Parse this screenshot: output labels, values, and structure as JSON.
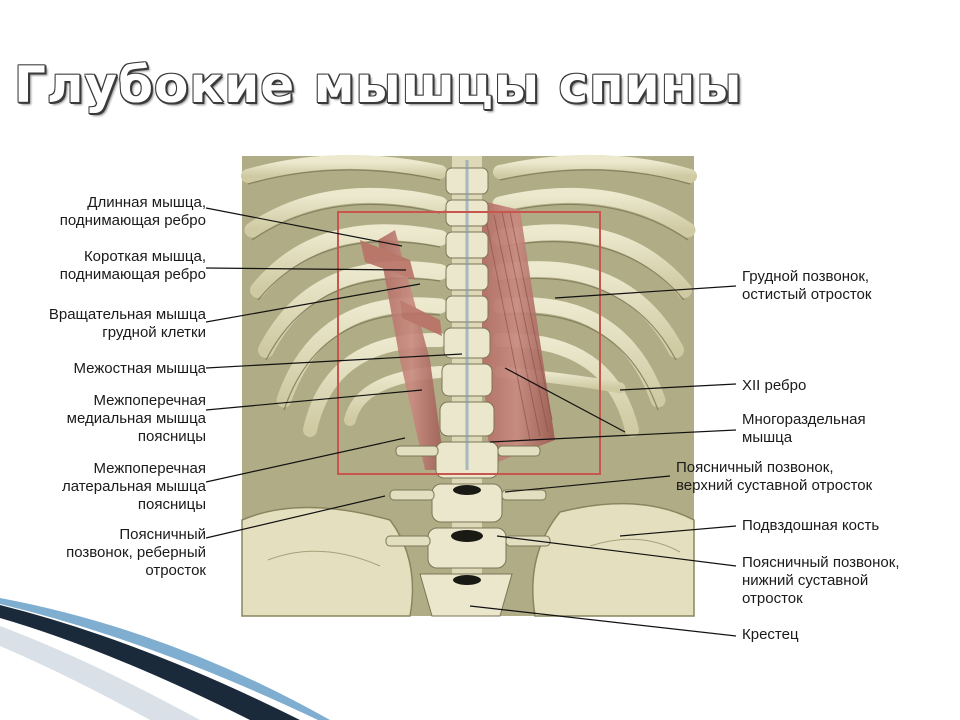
{
  "slide": {
    "title": "Глубокие мышцы спины"
  },
  "labels_left": [
    {
      "id": "long-rib-levator",
      "lines": [
        "Длинная мышца,",
        "поднимающая ребро"
      ]
    },
    {
      "id": "short-rib-levator",
      "lines": [
        "Короткая мышца,",
        "поднимающая ребро"
      ]
    },
    {
      "id": "rotator-thorax",
      "lines": [
        "Вращательная мышца",
        "грудной клетки"
      ]
    },
    {
      "id": "interspinous",
      "lines": [
        "Межостная мышца"
      ]
    },
    {
      "id": "intertransverse-medial",
      "lines": [
        "Межпоперечная",
        "медиальная мышца",
        "поясницы"
      ]
    },
    {
      "id": "intertransverse-lateral",
      "lines": [
        "Межпоперечная",
        "латеральная мышца",
        "поясницы"
      ]
    },
    {
      "id": "lumbar-costal-process",
      "lines": [
        "Поясничный",
        "позвонок, реберный",
        "отросток"
      ]
    }
  ],
  "labels_right": [
    {
      "id": "thoracic-spinous",
      "lines": [
        "Грудной позвонок,",
        "остистый отросток"
      ]
    },
    {
      "id": "rib-xii",
      "lines": [
        "XII ребро"
      ]
    },
    {
      "id": "multifidus",
      "lines": [
        "Многораздельная",
        "мышца"
      ]
    },
    {
      "id": "lumbar-superior-articular",
      "lines": [
        "Поясничный позвонок,",
        "верхний суставной отросток"
      ]
    },
    {
      "id": "ilium",
      "lines": [
        "Подвздошная кость"
      ]
    },
    {
      "id": "lumbar-inferior-articular",
      "lines": [
        "Поясничный позвонок,",
        "нижний суставной",
        "отросток"
      ]
    },
    {
      "id": "sacrum",
      "lines": [
        "Крестец"
      ]
    }
  ],
  "colors": {
    "background": "#ffffff",
    "bone": "#e6e3c4",
    "bone_shadow": "#8e8a63",
    "muscle": "#b36a62",
    "highlight_box": "#c9554f",
    "deco_dark": "#1b2a3a",
    "deco_blue": "#6aa0c8"
  }
}
